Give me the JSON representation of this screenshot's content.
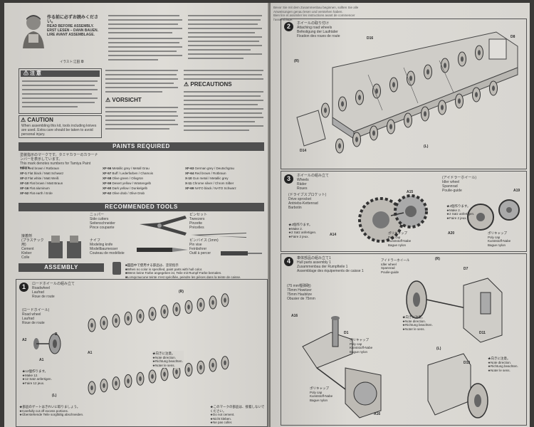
{
  "left_page": {
    "intro": {
      "jp": "作る前に必ずお読みください。",
      "en": "READ BEFORE ASSEMBLY.",
      "de": "ERST LESEN – DANN BAUEN.",
      "fr": "LIRE AVANT ASSEMBLAGE."
    },
    "illustration_caption": "イラスト:江田 章",
    "warning_jp_title": "注 意",
    "vorsicht_title": "VORSICHT",
    "caution_title": "CAUTION",
    "caution_text": "When assembling this kit, tools including knives are used. Extra care should be taken to avoid personal injury.",
    "precautions_title": "PRECAUTIONS",
    "paints_required": {
      "title": "PAINTS REQUIRED",
      "note_jp": "塗装指示のマークです。タミヤカラーのカラーナンバーを表示しています。",
      "note_en": "This mark denotes numbers for Tamiya Paint colors.",
      "colors": [
        [
          "TS-1",
          "Red brown / Rotbraun"
        ],
        [
          "XF-1",
          "Flat black / Matt Schwarz"
        ],
        [
          "XF-2",
          "Flat white / Matt Weiß"
        ],
        [
          "XF-10",
          "Flat brown / Matt Braun"
        ],
        [
          "XF-16",
          "Flat aluminum"
        ],
        [
          "XF-52",
          "Flat earth / Erde"
        ],
        [
          "XF-56",
          "Metallic grey / Metall Grau"
        ],
        [
          "XF-57",
          "Buff / Lederfarben / Chamois"
        ],
        [
          "XF-58",
          "Olive green / Olivgrün"
        ],
        [
          "XF-59",
          "Desert yellow / Wüstengelb"
        ],
        [
          "XF-60",
          "Dark yellow / Dunkelgelb"
        ],
        [
          "XF-62",
          "Olive drab / Olive Drab"
        ],
        [
          "XF-63",
          "German grey / Deutschgrau"
        ],
        [
          "XF-64",
          "Red brown / Rotbraun"
        ],
        [
          "X-10",
          "Gun metal / Metallic grey"
        ],
        [
          "X-11",
          "Chrome silver / Chrom Silber"
        ],
        [
          "XF-69",
          "NATO black / NATO Schwarz"
        ]
      ]
    },
    "recommended_tools": {
      "title": "RECOMMENDED TOOLS",
      "items": [
        [
          "ニッパー",
          "Side cutters",
          "Seitenschneider",
          "Pince coupante"
        ],
        [
          "ピンセット",
          "Tweezers",
          "Pinzette",
          "Précelles"
        ],
        [
          "ナイフ",
          "Modeling knife",
          "Modellbaumesser",
          "Couteau de modéliste"
        ],
        [
          "ピンバイス (1mm)",
          "Pin vise",
          "Feinbohrer",
          "Outil à percer"
        ]
      ],
      "cement_items": [
        "接着剤",
        "(プラスチック用)",
        "Cement",
        "Kleber",
        "Colle"
      ]
    },
    "assembly": {
      "title": "ASSEMBLY",
      "note_jp": "■図面中で使用する部品は、塗装指示",
      "note_en": "■When no color is specified, paint parts with hull color.",
      "note_de": "■Wenn keine Farbe angegeben ist, Teile mit Rumpf-Farbe bemalen.",
      "note_fr": "■Lorsqu'aucune teinte n'est spécifiée, peindre les pièces dans la teinte de caisse."
    },
    "step1": {
      "num": "1",
      "jp": "ロードホイールの組み立て",
      "en": "Roadwheel",
      "de": "Laufrad",
      "fr": "Roue de route",
      "sub_jp": "(ロードホイール)",
      "sub_en": "Road wheel",
      "sub_de": "Laufrad",
      "sub_fr": "Roue de route",
      "parts": [
        "A2",
        "A1",
        "A1",
        "B",
        "(R)",
        "(L)"
      ],
      "make_note": [
        "★12個作ります。",
        "★Make 12.",
        "★12 Satz anfertigen.",
        "★Faire 12 jeux."
      ],
      "direction_note": [
        "★向きに注意。",
        "★Note direction.",
        "★Richtung beachten.",
        "★Noter le sens."
      ],
      "bottom_note": [
        "★部品のゲートはきれいに取りましょう。",
        "★Carefully cut off excess portions.",
        "★Überstehende Teile sorgfältig abschneiden."
      ],
      "not_cement_note": [
        "★このマークの部品は、接着しないでください。",
        "★Do not cement.",
        "★Nicht kleben.",
        "★Ne pas coller."
      ]
    }
  },
  "right_page": {
    "top_text_de": "Bevor Sie mit dem Zusammenbau beginnen, sollten Sie alle Anweisungen genau lesen und verstehen haben.",
    "top_text_fr": "Bien lire et assimiler les instructions avant de commencer l'assemblage.",
    "step2": {
      "num": "2",
      "jp": "ホイールの取り付け",
      "en": "Attaching road wheels",
      "de": "Befestigung der Laufräder",
      "fr": "Fixation des roues de route",
      "parts": [
        "D16",
        "D8",
        "(R)",
        "D14",
        "(L)"
      ]
    },
    "step3": {
      "num": "3",
      "jp": "ホイールの組み立て",
      "en": "Wheels",
      "de": "Räder",
      "fr": "Roues",
      "sub_jp": "(ドライブスプロケット)",
      "sub_en": "Drive sprocket",
      "sub_de": "Antriebs-Kettenrad",
      "sub_fr": "Barbotin",
      "parts": [
        "A15",
        "A14",
        "A19",
        "A20"
      ],
      "idler_jp": "(アイドラーホイール)",
      "idler_en": "Idler wheel",
      "idler_de": "Spannrad",
      "idler_fr": "Poulie-guide",
      "make2": [
        "★2個作ります。",
        "★Make 2.",
        "★2 Satz anfertigen.",
        "★Faire 2 jeux."
      ],
      "polycap": [
        "ポリキャップ",
        "Poly cap",
        "Kunststoff-Nabe",
        "Bague nylon"
      ]
    },
    "step4": {
      "num": "4",
      "jp": "車体部品の組み立て1",
      "en": "Hull parts assembly 1",
      "de": "Zusammenbau der Rumpfteile 1",
      "fr": "Assemblage des équipements de caisse 1",
      "howitzer_jp": "(75 mm榴弾砲)",
      "howitzer_en": "75mm Howitzer",
      "howitzer_de": "75mm Haubitze",
      "howitzer_fr": "Obusier de 75mm",
      "parts": [
        "D7",
        "(R)",
        "D11",
        "D1",
        "A16",
        "A16",
        "(L)",
        "D13"
      ],
      "idler_label": [
        "アイドラーホイール",
        "Idler wheel",
        "Spannrad",
        "Poulie-guide"
      ],
      "direction_note": [
        "★向きに注意。",
        "★Note direction.",
        "★Richtung beachten.",
        "★Noter le sens."
      ],
      "polycap": [
        "ポリキャップ",
        "Poly cap",
        "Kunststoff-Nabe",
        "Bague nylon"
      ]
    }
  }
}
